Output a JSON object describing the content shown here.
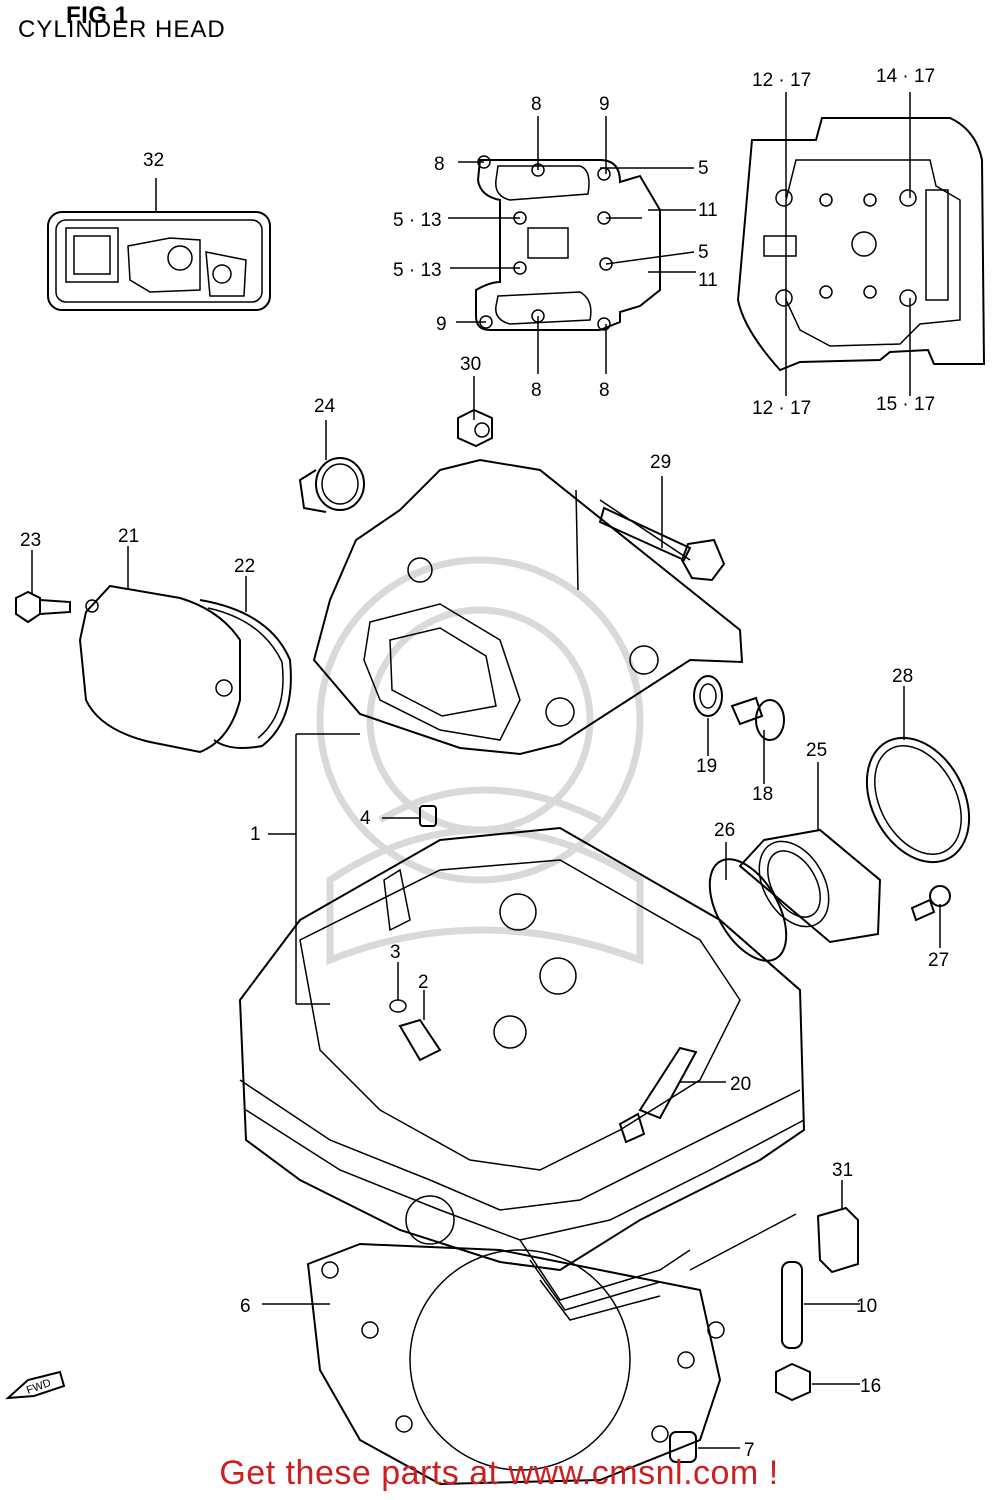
{
  "header": {
    "fig_label": "FIG 1",
    "subtitle": "CYLINDER HEAD"
  },
  "callouts": [
    {
      "id": "c1",
      "text": "1"
    },
    {
      "id": "c2",
      "text": "2"
    },
    {
      "id": "c3",
      "text": "3"
    },
    {
      "id": "c4",
      "text": "4"
    },
    {
      "id": "c5a",
      "text": "5"
    },
    {
      "id": "c5b",
      "text": "5"
    },
    {
      "id": "c513a",
      "text": "5 · 13"
    },
    {
      "id": "c513b",
      "text": "5 · 13"
    },
    {
      "id": "c6",
      "text": "6"
    },
    {
      "id": "c7",
      "text": "7"
    },
    {
      "id": "c8a",
      "text": "8"
    },
    {
      "id": "c8b",
      "text": "8"
    },
    {
      "id": "c8c",
      "text": "8"
    },
    {
      "id": "c8d",
      "text": "8"
    },
    {
      "id": "c9a",
      "text": "9"
    },
    {
      "id": "c9b",
      "text": "9"
    },
    {
      "id": "c10",
      "text": "10"
    },
    {
      "id": "c11a",
      "text": "11"
    },
    {
      "id": "c11b",
      "text": "11"
    },
    {
      "id": "c1217a",
      "text": "12 · 17"
    },
    {
      "id": "c1217b",
      "text": "12 · 17"
    },
    {
      "id": "c1417",
      "text": "14 · 17"
    },
    {
      "id": "c1517",
      "text": "15 · 17"
    },
    {
      "id": "c16",
      "text": "16"
    },
    {
      "id": "c18",
      "text": "18"
    },
    {
      "id": "c19",
      "text": "19"
    },
    {
      "id": "c20",
      "text": "20"
    },
    {
      "id": "c21",
      "text": "21"
    },
    {
      "id": "c22",
      "text": "22"
    },
    {
      "id": "c23",
      "text": "23"
    },
    {
      "id": "c24",
      "text": "24"
    },
    {
      "id": "c25",
      "text": "25"
    },
    {
      "id": "c26",
      "text": "26"
    },
    {
      "id": "c27",
      "text": "27"
    },
    {
      "id": "c28",
      "text": "28"
    },
    {
      "id": "c29",
      "text": "29"
    },
    {
      "id": "c30",
      "text": "30"
    },
    {
      "id": "c31",
      "text": "31"
    },
    {
      "id": "c32",
      "text": "32"
    }
  ],
  "fwd_label": "FWD",
  "footer": {
    "text": "Get these parts at www.cmsnl.com !",
    "color": "#cc1f1f"
  }
}
